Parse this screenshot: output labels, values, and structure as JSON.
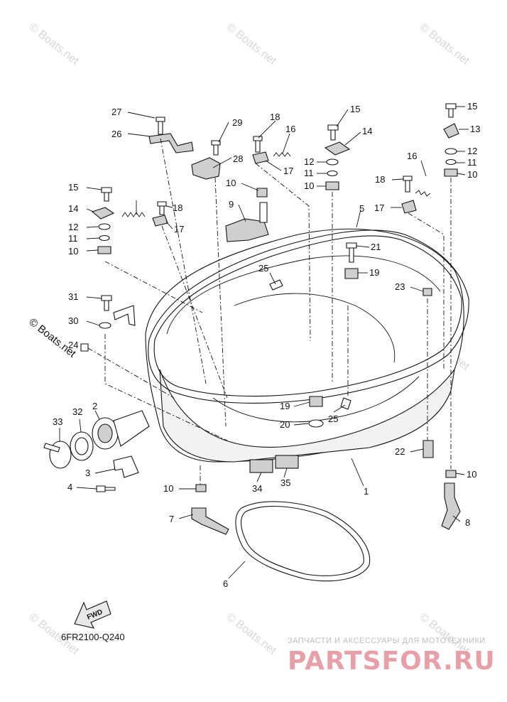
{
  "watermark": "© Boats.net",
  "drawing_code": "6FR2100-Q240",
  "fwd_label": "FWD",
  "shop_tagline": "ЗАПЧАСТИ И АКСЕССУАРЫ ДЛЯ МОТОТЕХНИКИ",
  "shop_brand": "PARTSFOR.RU",
  "callouts": [
    {
      "id": "c27",
      "text": "27"
    },
    {
      "id": "c26",
      "text": "26"
    },
    {
      "id": "c29",
      "text": "29"
    },
    {
      "id": "c28",
      "text": "28"
    },
    {
      "id": "c18a",
      "text": "18"
    },
    {
      "id": "c16a",
      "text": "16"
    },
    {
      "id": "c17a",
      "text": "17"
    },
    {
      "id": "c15a",
      "text": "15"
    },
    {
      "id": "c14a",
      "text": "14"
    },
    {
      "id": "c12a",
      "text": "12"
    },
    {
      "id": "c11a",
      "text": "11"
    },
    {
      "id": "c10a",
      "text": "10"
    },
    {
      "id": "c15b",
      "text": "15"
    },
    {
      "id": "c13",
      "text": "13"
    },
    {
      "id": "c12b",
      "text": "12"
    },
    {
      "id": "c11b",
      "text": "11"
    },
    {
      "id": "c10b",
      "text": "10"
    },
    {
      "id": "c16b",
      "text": "16"
    },
    {
      "id": "c18b",
      "text": "18"
    },
    {
      "id": "c17b",
      "text": "17"
    },
    {
      "id": "c10c",
      "text": "10"
    },
    {
      "id": "c9",
      "text": "9"
    },
    {
      "id": "c5",
      "text": "5"
    },
    {
      "id": "c15c",
      "text": "15"
    },
    {
      "id": "c16c",
      "text": "16"
    },
    {
      "id": "c14c",
      "text": "14"
    },
    {
      "id": "c18c",
      "text": "18"
    },
    {
      "id": "c17c",
      "text": "17"
    },
    {
      "id": "c12c",
      "text": "12"
    },
    {
      "id": "c11c",
      "text": "11"
    },
    {
      "id": "c10d",
      "text": "10"
    },
    {
      "id": "c21",
      "text": "21"
    },
    {
      "id": "c19a",
      "text": "19"
    },
    {
      "id": "c25a",
      "text": "25"
    },
    {
      "id": "c23",
      "text": "23"
    },
    {
      "id": "c31",
      "text": "31"
    },
    {
      "id": "c30",
      "text": "30"
    },
    {
      "id": "c24",
      "text": "24"
    },
    {
      "id": "c2",
      "text": "2"
    },
    {
      "id": "c32",
      "text": "32"
    },
    {
      "id": "c33",
      "text": "33"
    },
    {
      "id": "c3",
      "text": "3"
    },
    {
      "id": "c4",
      "text": "4"
    },
    {
      "id": "c19b",
      "text": "19"
    },
    {
      "id": "c20",
      "text": "20"
    },
    {
      "id": "c25b",
      "text": "25"
    },
    {
      "id": "c22",
      "text": "22"
    },
    {
      "id": "c10e",
      "text": "10"
    },
    {
      "id": "c10f",
      "text": "10"
    },
    {
      "id": "c34",
      "text": "34"
    },
    {
      "id": "c35",
      "text": "35"
    },
    {
      "id": "c1",
      "text": "1"
    },
    {
      "id": "c7",
      "text": "7"
    },
    {
      "id": "c8",
      "text": "8"
    },
    {
      "id": "c6",
      "text": "6"
    }
  ]
}
